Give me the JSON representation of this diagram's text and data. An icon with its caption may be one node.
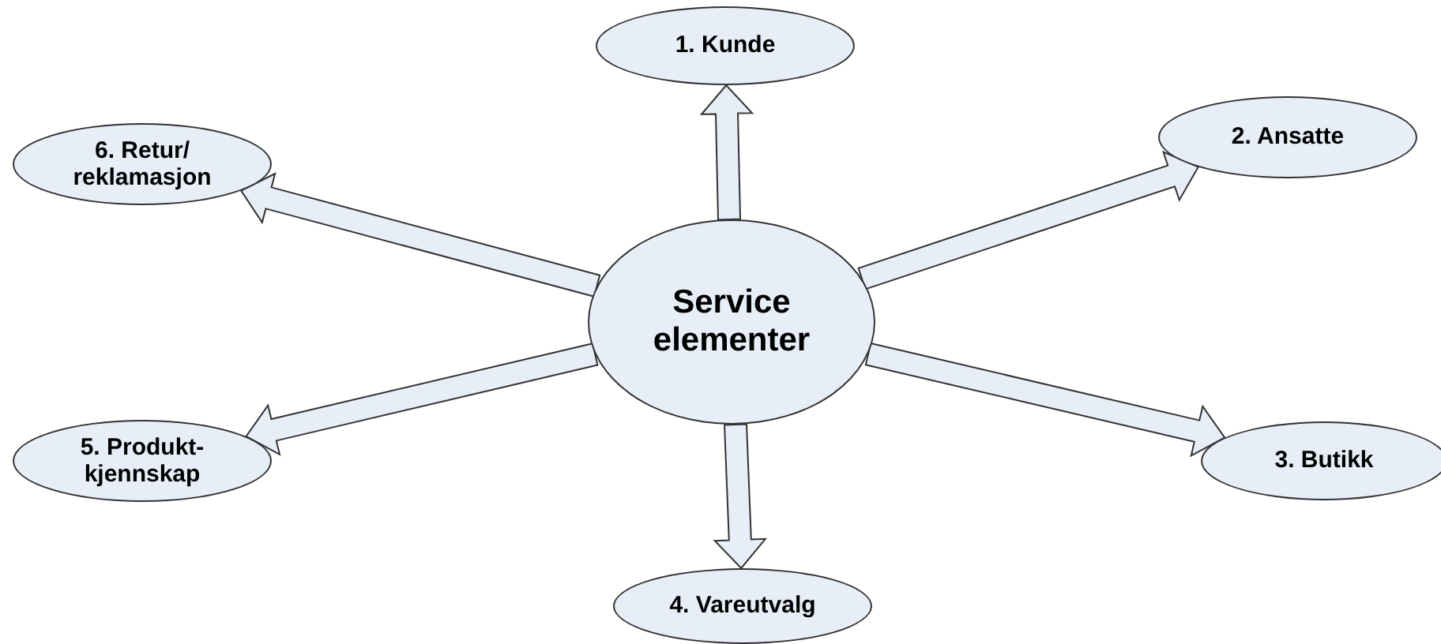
{
  "diagram": {
    "nodes": [
      {
        "text": [
          "Service elementer"
        ]
      },
      {
        "text": [
          "1. Kunde"
        ]
      },
      {
        "text": [
          "2. Ansatte"
        ]
      },
      {
        "text": [
          "3. Butikk"
        ]
      },
      {
        "text": [
          "4. Vareutvalg"
        ]
      },
      {
        "text": [
          "5. Produkt- kjennskap"
        ]
      },
      {
        "text": [
          "6. Retur/ reklamasjon"
        ]
      }
    ],
    "edges": [
      {
        "from": 0,
        "to": 1,
        "arrow": "to"
      },
      {
        "from": 0,
        "to": 2,
        "arrow": "to"
      },
      {
        "from": 0,
        "to": 3,
        "arrow": "to"
      },
      {
        "from": 0,
        "to": 4,
        "arrow": "to"
      },
      {
        "from": 0,
        "to": 5,
        "arrow": "to"
      },
      {
        "from": 0,
        "to": 6,
        "arrow": "to"
      }
    ]
  }
}
